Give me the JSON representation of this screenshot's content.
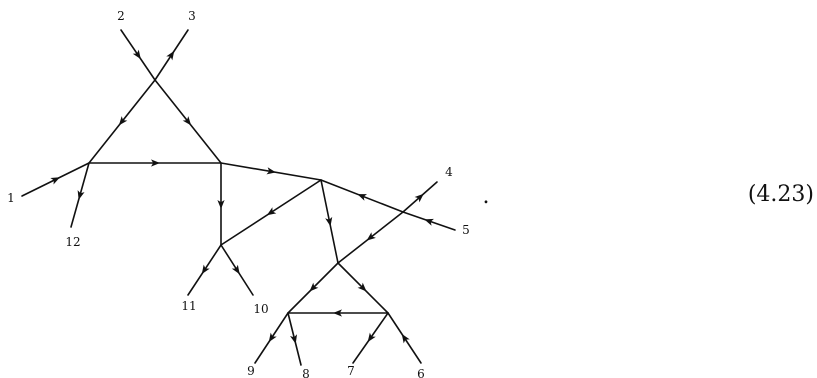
{
  "diagram": {
    "external_labels": [
      "1",
      "2",
      "3",
      "4",
      "5",
      "6",
      "7",
      "8",
      "9",
      "10",
      "11",
      "12"
    ],
    "trailing_punctuation": ".",
    "equation_number": "(4.23)"
  }
}
